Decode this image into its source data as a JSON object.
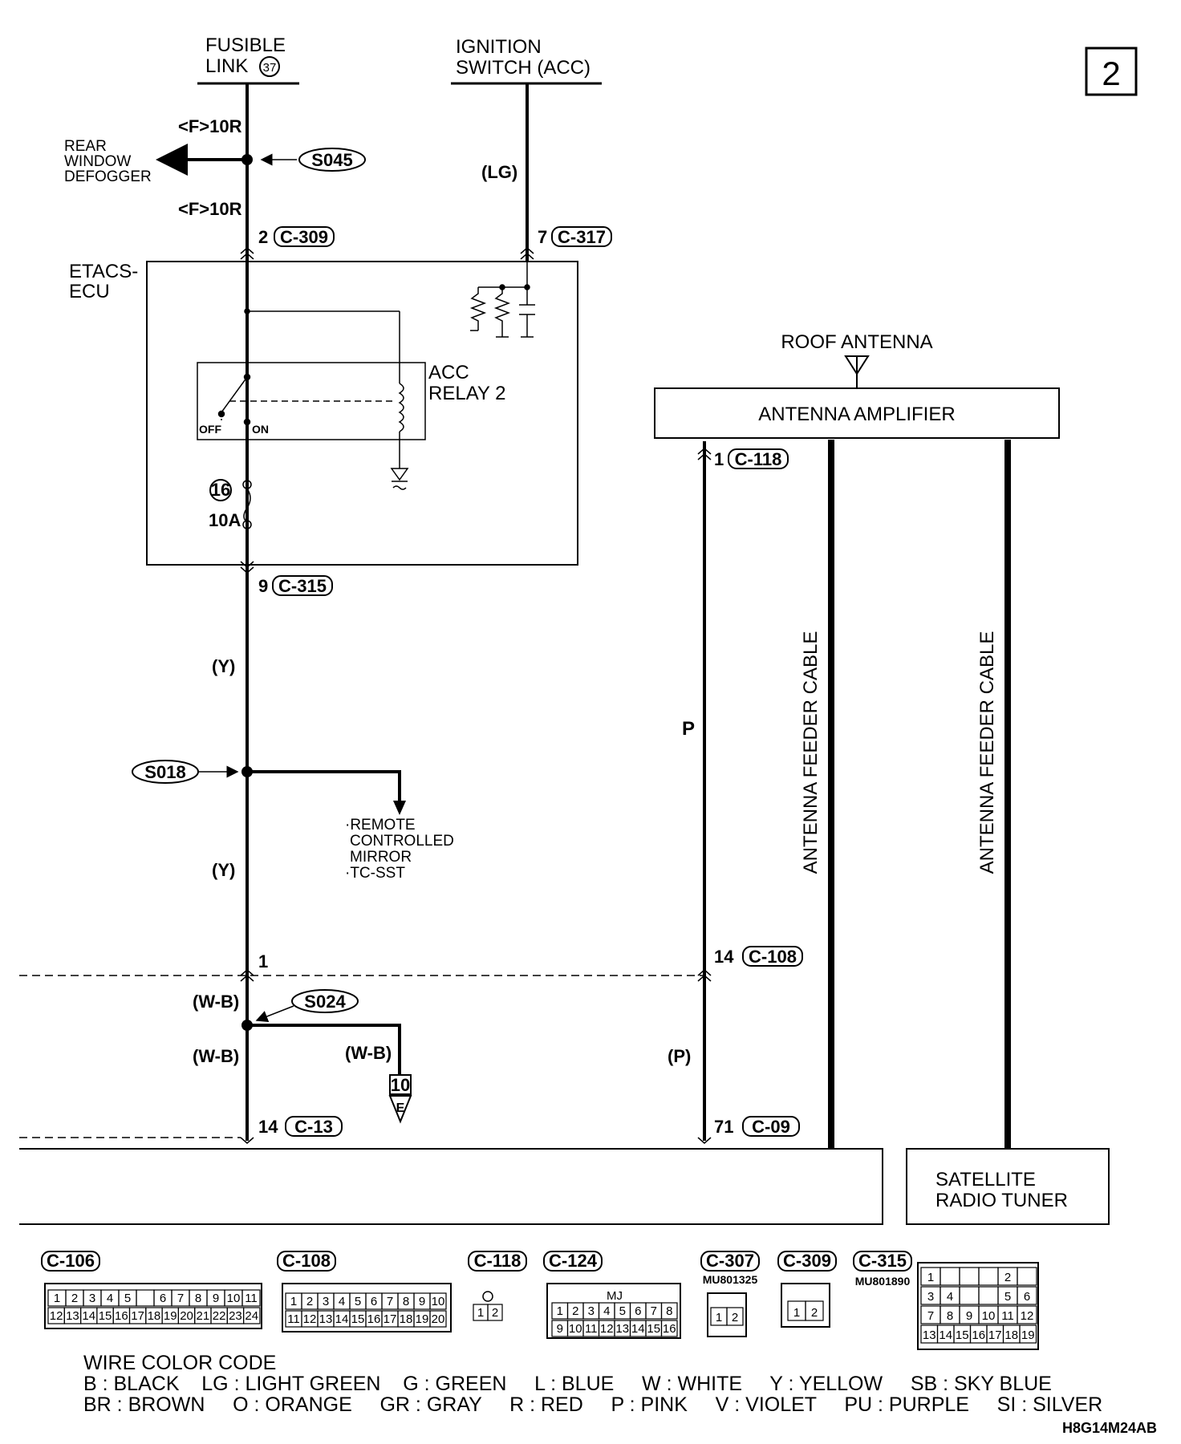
{
  "page_number": "2",
  "sources": {
    "fusible_link": "FUSIBLE\nLINK",
    "fusible_link_num": "37",
    "ignition_switch": "IGNITION\nSWITCH (ACC)"
  },
  "wire_labels": {
    "f10r_top": "<F>10R",
    "f10r_bottom": "<F>10R",
    "lg": "(LG)",
    "y1": "(Y)",
    "y2": "(Y)",
    "wb1": "(W-B)",
    "wb2": "(W-B)",
    "wb3": "(W-B)",
    "p": "P",
    "p2": "(P)"
  },
  "destinations": {
    "rear_defogger": [
      "REAR",
      "WINDOW",
      "DEFOGGER"
    ],
    "mirror": [
      "·REMOTE",
      "CONTROLLED",
      "MIRROR",
      "·TC-SST"
    ]
  },
  "splices": {
    "s045": "S045",
    "s018": "S018",
    "s024": "S024"
  },
  "connector_callouts": {
    "c309": {
      "pin": "2",
      "id": "C-309"
    },
    "c317": {
      "pin": "7",
      "id": "C-317"
    },
    "c315": {
      "pin": "9",
      "id": "C-315"
    },
    "c118": {
      "pin": "1",
      "id": "C-118"
    },
    "c108": {
      "pin": "14",
      "id": "C-108"
    },
    "c13": {
      "pin": "14",
      "id": "C-13"
    },
    "c09": {
      "pin": "71",
      "id": "C-09"
    },
    "joint_pin": "1"
  },
  "components": {
    "etacs": "ETACS-\nECU",
    "acc_relay": "ACC\nRELAY 2",
    "off": "OFF",
    "on": "ON",
    "fuse_num": "16",
    "fuse_amp": "10A",
    "roof_antenna": "ROOF ANTENNA",
    "antenna_amp": "ANTENNA AMPLIFIER",
    "feeder_cable_1": "ANTENNA FEEDER CABLE",
    "feeder_cable_2": "ANTENNA FEEDER CABLE",
    "sat_tuner": "SATELLITE\nRADIO TUNER",
    "ground_num": "10",
    "ground_letter": "E"
  },
  "connector_views": {
    "c106": {
      "id": "C-106",
      "pins_row1": [
        "1",
        "2",
        "3",
        "4",
        "5",
        "",
        "6",
        "7",
        "8",
        "9",
        "10",
        "11"
      ],
      "pins_row2": [
        "12",
        "13",
        "14",
        "15",
        "16",
        "17",
        "18",
        "19",
        "20",
        "21",
        "22",
        "23",
        "24"
      ]
    },
    "c108": {
      "id": "C-108",
      "pins_row1": [
        "1",
        "2",
        "3",
        "4",
        "5",
        "6",
        "7",
        "8",
        "9",
        "10"
      ],
      "pins_row2": [
        "11",
        "12",
        "13",
        "14",
        "15",
        "16",
        "17",
        "18",
        "19",
        "20"
      ]
    },
    "c118": {
      "id": "C-118",
      "pins": [
        "1",
        "2"
      ]
    },
    "c124": {
      "id": "C-124",
      "tag": "MJ",
      "pins_row1": [
        "1",
        "2",
        "3",
        "4",
        "5",
        "6",
        "7",
        "8"
      ],
      "pins_row2": [
        "9",
        "10",
        "11",
        "12",
        "13",
        "14",
        "15",
        "16"
      ]
    },
    "c307": {
      "id": "C-307",
      "part": "MU801325",
      "pins": [
        "1",
        "2"
      ]
    },
    "c309": {
      "id": "C-309",
      "pins": [
        "1",
        "2"
      ]
    },
    "c315": {
      "id": "C-315",
      "part": "MU801890",
      "rows": [
        [
          "1",
          "",
          "",
          "",
          "2",
          ""
        ],
        [
          "3",
          "4",
          "",
          "",
          "5",
          "6"
        ],
        [
          "7",
          "8",
          "9",
          "10",
          "11",
          "12"
        ],
        [
          "13",
          "14",
          "15",
          "16",
          "17",
          "18",
          "19"
        ]
      ]
    }
  },
  "legend": {
    "title": "WIRE COLOR CODE",
    "row1": "B : BLACK    LG : LIGHT GREEN    G : GREEN     L : BLUE     W : WHITE     Y : YELLOW     SB : SKY BLUE",
    "row2": "BR : BROWN     O : ORANGE     GR : GRAY     R : RED     P : PINK     V : VIOLET     PU : PURPLE     SI : SILVER"
  },
  "drawing_code": "H8G14M24AB"
}
